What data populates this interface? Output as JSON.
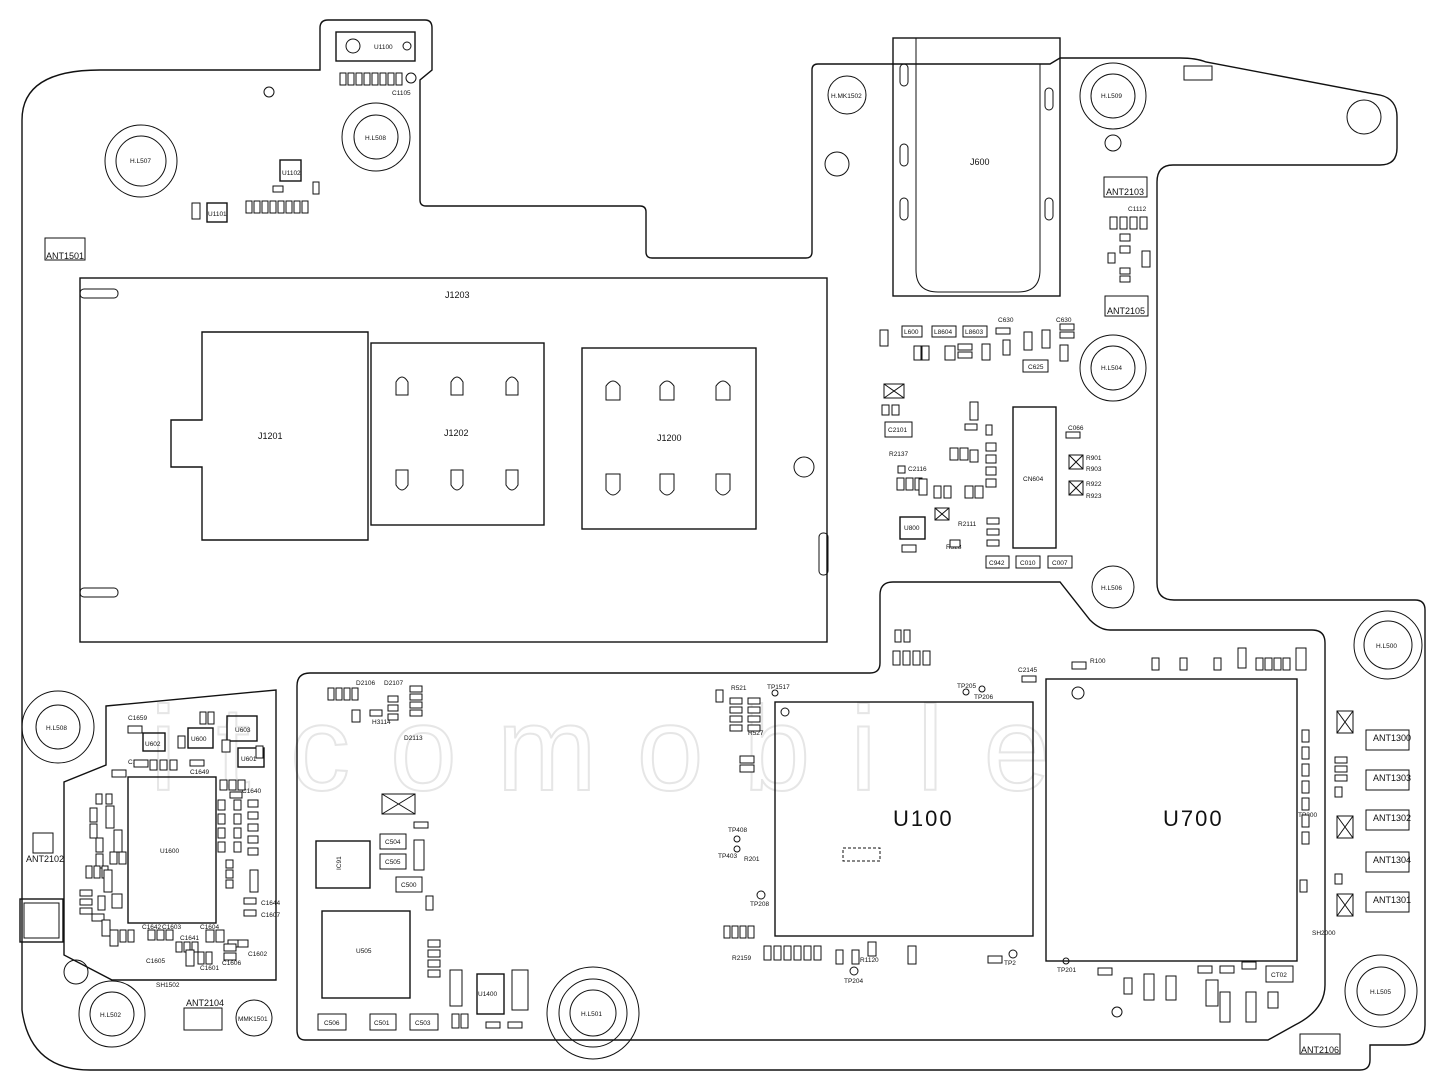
{
  "board": {
    "watermark": "itcomobile",
    "silkscreen_color": "#111111",
    "background": "#ffffff"
  },
  "connectors": {
    "j1203": "J1203",
    "j1201": "J1201",
    "j1202": "J1202",
    "j1200": "J1200",
    "j600": "J600",
    "cn604": "CN604"
  },
  "chips": {
    "u100": "U100",
    "u700": "U700",
    "u1600": "U1600",
    "u505": "U505",
    "u1100": "U1100",
    "u1102": "U1102",
    "u1101": "U1101",
    "u1400": "U1400",
    "u800": "U800",
    "u603": "U603",
    "u602": "U602",
    "u600": "U600",
    "u601": "U601",
    "ic91": "IC91"
  },
  "holes": {
    "h1507": "H.L507",
    "h1508a": "H.L508",
    "h1509": "H.L509",
    "h1504": "H.L504",
    "h1506": "H.L506",
    "h1500": "H.L500",
    "h1508b": "H.L508",
    "h1502": "H.L502",
    "h1501": "H.L501",
    "h1505": "H.L505"
  },
  "antennas": {
    "ant1501": "ANT1501",
    "ant2103": "ANT2103",
    "ant2105": "ANT2105",
    "ant2102": "ANT2102",
    "ant2104": "ANT2104",
    "ant2106": "ANT2106",
    "ant1300": "ANT1300",
    "ant1303": "ANT1303",
    "ant1302": "ANT1302",
    "ant1304": "ANT1304",
    "ant1301": "ANT1301"
  },
  "mics": {
    "mk1502": "H.MK1502",
    "mk1501": "MMK1501"
  },
  "shields": {
    "sh1502": "SH1502",
    "sh2000": "SH2000"
  },
  "testpoints": {
    "tp1517": "TP1517",
    "tp205": "TP205",
    "tp206": "TP206",
    "tp408": "TP408",
    "tp403": "TP403",
    "tp208": "TP208",
    "tp204": "TP204",
    "tp201": "TP201",
    "tp200": "TP200",
    "tp2": "TP2"
  },
  "parts": {
    "c1105": "C1105",
    "c1112": "C1112",
    "c2101": "C2101",
    "c2116": "C2116",
    "c2145": "C2145",
    "r100": "R100",
    "r201": "R201",
    "r2159": "R2159",
    "r1120": "R1120",
    "r2137": "R2137",
    "r2111": "R2111",
    "r528": "R528",
    "r521": "R521",
    "r527": "R527",
    "r901": "R901",
    "r903": "R903",
    "r922": "R922",
    "r923": "R923",
    "c066": "C066",
    "c625": "C625",
    "c630a": "C630",
    "c630b": "C630",
    "l600": "L600",
    "l8604": "L8604",
    "l8603": "L8603",
    "c942": "C942",
    "c010": "C010",
    "c007": "C007",
    "c504": "C504",
    "c505": "C505",
    "c500": "C500",
    "c506": "C506",
    "c501": "C501",
    "c503": "C503",
    "ct02": "CT02",
    "d2106": "D2106",
    "d2107": "D2107",
    "d2113": "D2113",
    "c1659": "C1659",
    "c1648": "C1648",
    "c1649": "C1649",
    "c1640": "C1640",
    "c1644": "C1644",
    "c1607": "C1607",
    "c1602": "C1602",
    "c1605": "C1605",
    "c1603": "C1603",
    "c1604": "C1604",
    "c1642": "C1642",
    "c1606": "C1606",
    "c1641": "C1641",
    "c1601": "C1601",
    "h3114": "H3114"
  }
}
